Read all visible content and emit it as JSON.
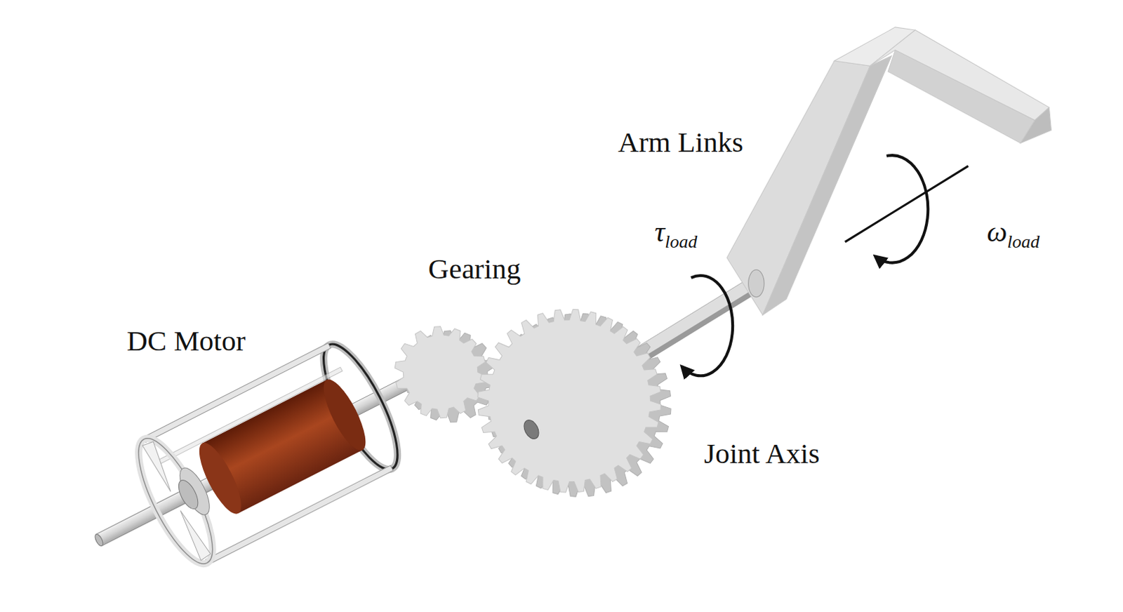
{
  "diagram": {
    "labels": [
      "Arm Links",
      "ωload",
      "τload",
      "Gearing",
      "DC Motor",
      "Joint Axis"
    ]
  }
}
